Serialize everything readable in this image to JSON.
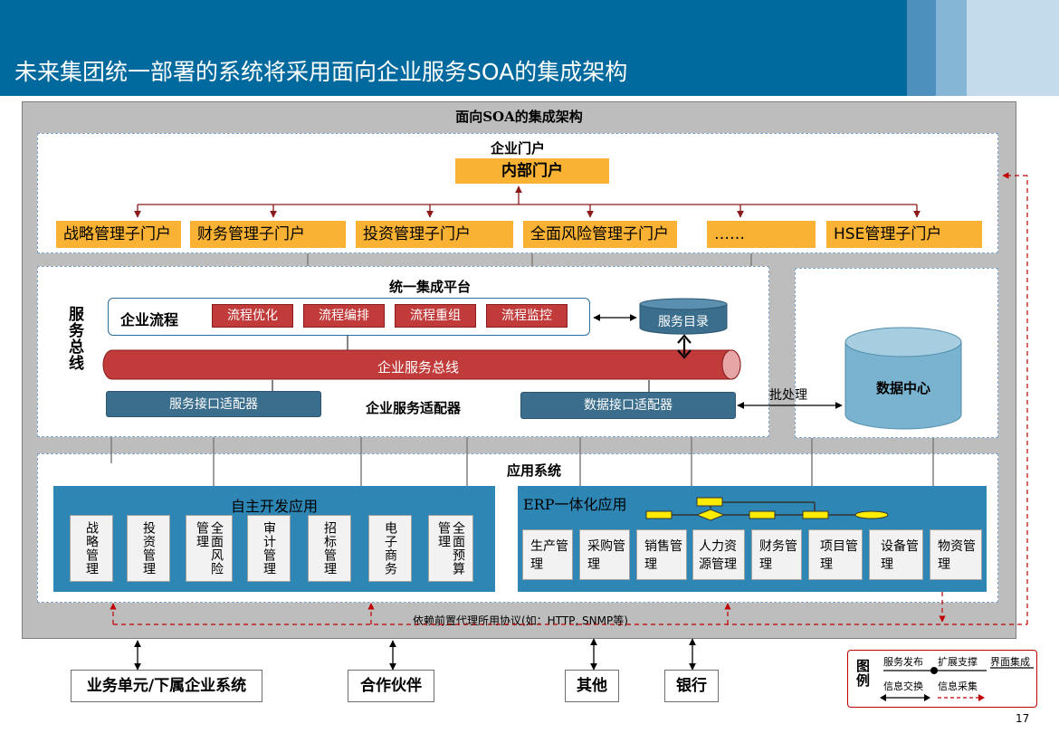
{
  "header": {
    "title": "未来集团统一部署的系统将采用面向企业服务SOA的集成架构"
  },
  "architecture": {
    "title": "面向SOA的集成架构"
  },
  "portal": {
    "title": "企业门户",
    "internal": "内部门户",
    "subportals": [
      "战略管理子门户",
      "财务管理子门户",
      "投资管理子门户",
      "全面风险管理子门户",
      "……",
      "HSE管理子门户"
    ]
  },
  "platform": {
    "title": "统一集成平台",
    "service_bus_label": "服务总线",
    "process": {
      "label": "企业流程",
      "steps": [
        "流程优化",
        "流程编排",
        "流程重组",
        "流程监控"
      ]
    },
    "catalog": "服务目录",
    "bus": "企业服务总线",
    "adapters": {
      "service": "服务接口适配器",
      "label": "企业服务适配器",
      "data": "数据接口适配器"
    },
    "batch": "批处理"
  },
  "datacenter": {
    "label": "数据中心"
  },
  "apps": {
    "title": "应用系统",
    "self_dev": {
      "title": "自主开发应用",
      "modules": [
        "战略管理",
        "投资管理",
        "全面风险管理",
        "审计管理",
        "招标管理",
        "电子商务",
        "全面预算管理"
      ]
    },
    "erp": {
      "title": "ERP一体化应用",
      "modules": [
        "生产管理",
        "采购管理",
        "销售管理",
        "人力资源管理",
        "财务管理",
        "项目管理",
        "设备管理",
        "物资管理"
      ]
    }
  },
  "protocol_note": "依赖前置代理所用协议(如：HTTP, SNMP等)",
  "external": [
    "业务单元/下属企业系统",
    "合作伙伴",
    "其他",
    "银行"
  ],
  "legend": {
    "title": "图例",
    "items": [
      "服务发布",
      "扩展支撑",
      "界面集成",
      "信息交换",
      "信息采集"
    ]
  },
  "page_number": "17",
  "colors": {
    "header": "#006a9e",
    "orange": "#f9b234",
    "red": "#c23b3b",
    "steel": "#3a6e8c",
    "blue_panel": "#2e86b5",
    "arrow_red": "#a31515"
  }
}
